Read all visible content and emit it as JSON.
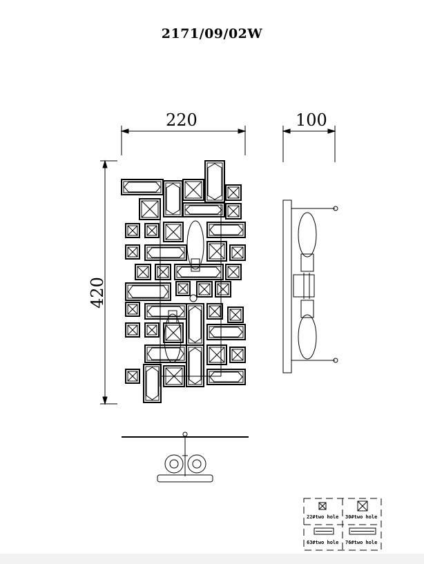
{
  "title": "2171/09/02W",
  "dimensions": {
    "width": "220",
    "depth": "100",
    "height": "420"
  },
  "legend": [
    {
      "label": "22#two hole",
      "icon": "small-square-crystal"
    },
    {
      "label": "30#two hole",
      "icon": "large-square-crystal"
    },
    {
      "label": "63#two hole",
      "icon": "short-bar-crystal"
    },
    {
      "label": "76#two hole",
      "icon": "long-bar-crystal"
    }
  ]
}
